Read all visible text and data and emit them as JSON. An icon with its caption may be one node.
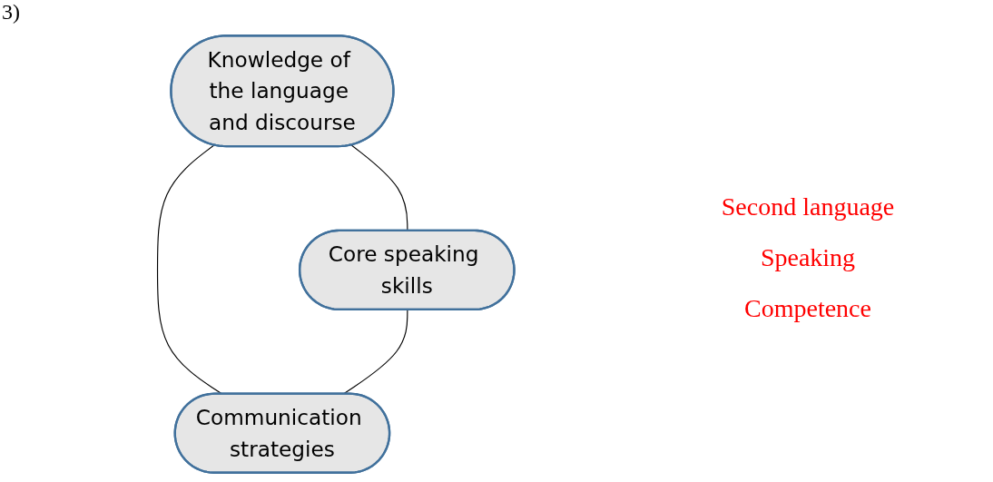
{
  "diagram": {
    "nodes": [
      {
        "text": [
          "Knowledge of the language and discourse"
        ]
      },
      {
        "text": [
          "Core speaking skills"
        ]
      },
      {
        "text": [
          "Communication strategies"
        ]
      }
    ],
    "edges": [
      {
        "from": 0,
        "to": 1,
        "arrow": "none"
      },
      {
        "from": 0,
        "to": 2,
        "arrow": "none"
      },
      {
        "from": 1,
        "to": 2,
        "arrow": "none"
      }
    ],
    "labels": [
      "3)",
      "Second language",
      "Speaking",
      "Competence"
    ]
  }
}
